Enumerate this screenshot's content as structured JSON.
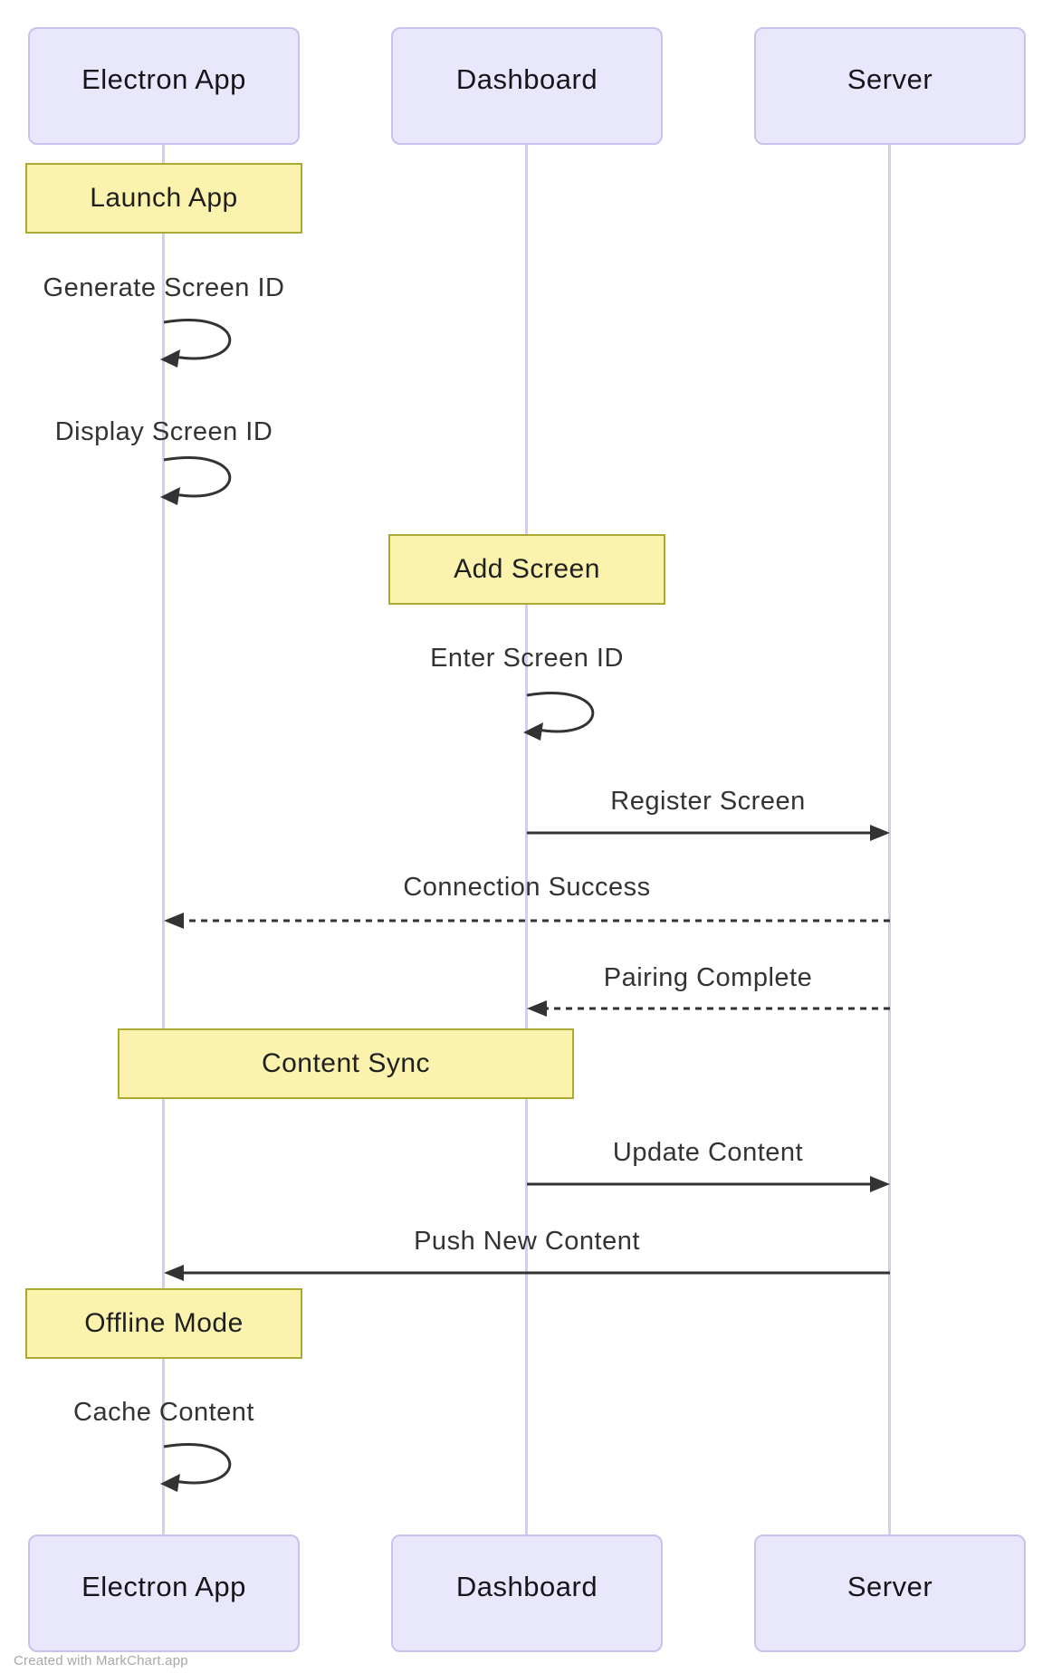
{
  "diagram": {
    "type": "sequence",
    "participants": [
      {
        "id": "electron-app",
        "label": "Electron App"
      },
      {
        "id": "dashboard",
        "label": "Dashboard"
      },
      {
        "id": "server",
        "label": "Server"
      }
    ],
    "notes": [
      {
        "label": "Launch App",
        "over": [
          "electron-app"
        ]
      },
      {
        "label": "Add Screen",
        "over": [
          "dashboard"
        ]
      },
      {
        "label": "Content Sync",
        "over": [
          "electron-app",
          "dashboard"
        ]
      },
      {
        "label": "Offline Mode",
        "over": [
          "electron-app"
        ]
      }
    ],
    "messages": [
      {
        "label": "Generate Screen ID",
        "from": "electron-app",
        "to": "electron-app",
        "kind": "self-loop"
      },
      {
        "label": "Display Screen ID",
        "from": "electron-app",
        "to": "electron-app",
        "kind": "self-loop"
      },
      {
        "label": "Enter Screen ID",
        "from": "dashboard",
        "to": "dashboard",
        "kind": "self-loop"
      },
      {
        "label": "Register Screen",
        "from": "dashboard",
        "to": "server",
        "kind": "solid"
      },
      {
        "label": "Connection Success",
        "from": "server",
        "to": "electron-app",
        "kind": "dashed"
      },
      {
        "label": "Pairing Complete",
        "from": "server",
        "to": "dashboard",
        "kind": "dashed"
      },
      {
        "label": "Update Content",
        "from": "dashboard",
        "to": "server",
        "kind": "solid"
      },
      {
        "label": "Push New Content",
        "from": "server",
        "to": "electron-app",
        "kind": "solid"
      },
      {
        "label": "Cache Content",
        "from": "electron-app",
        "to": "electron-app",
        "kind": "self-loop"
      }
    ]
  },
  "colors": {
    "actor_fill": "#e9e7fc",
    "actor_border": "#c9c2ec",
    "note_fill": "#fbf3ad",
    "note_border": "#aaaa33",
    "lifeline": "#d6cdee",
    "arrow": "#333333",
    "message_text": "#333333",
    "footer_text": "#a8a8a8",
    "background": "#ffffff"
  },
  "footer": {
    "credit": "Created with MarkChart.app"
  }
}
